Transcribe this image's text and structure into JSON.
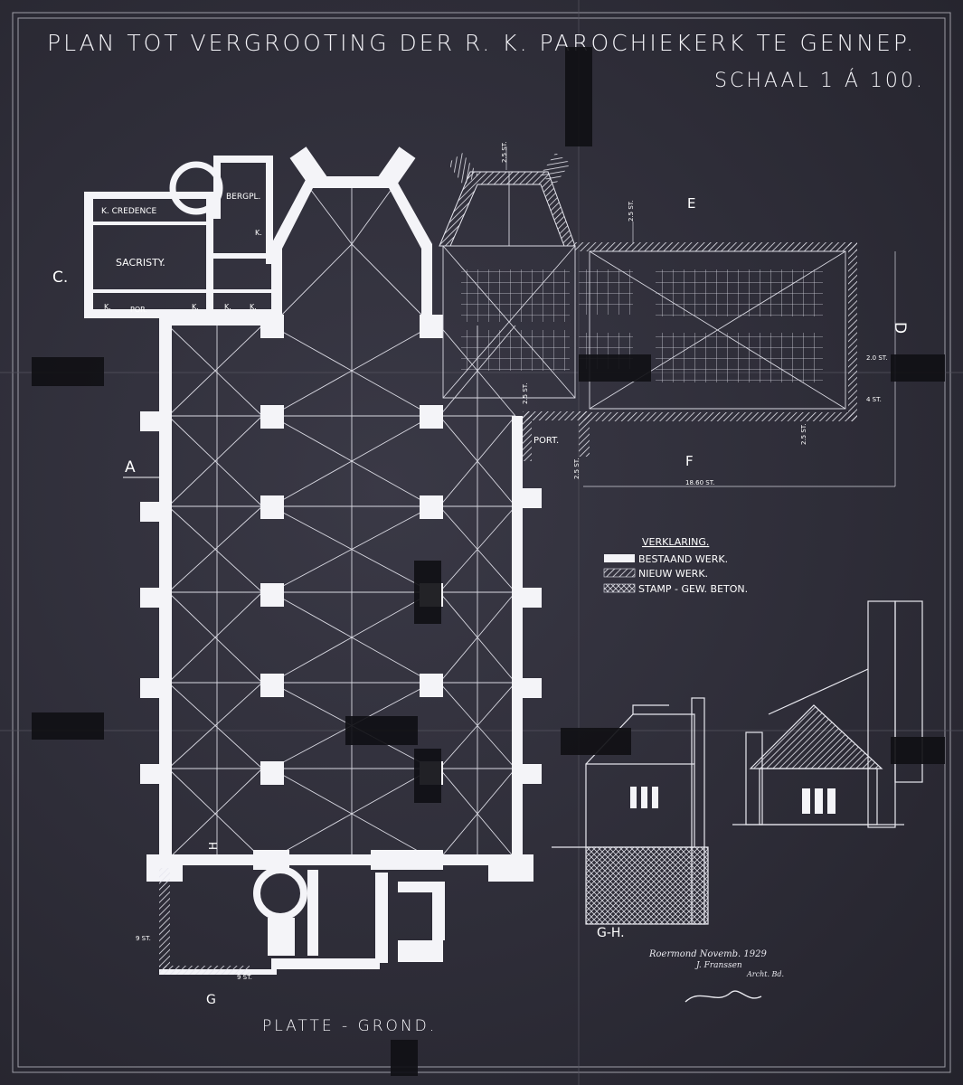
{
  "title": "PLAN TOT VERGROOTING DER R. K. PAROCHIEKERK TE GENNEP.",
  "scale": "SCHAAL 1 Á 100.",
  "rooms": {
    "credence": "K. CREDENCE",
    "sacristy": "SACRISTY.",
    "bergpl": "BERGPL.",
    "k_small": "K.",
    "k1": "K.",
    "por": "POR.",
    "k2": "K.",
    "k3": "K.",
    "k4": "K.",
    "port": "PORT."
  },
  "section_marks": {
    "a": "A",
    "c": "C.",
    "d": "D",
    "e": "E",
    "f": "F",
    "g": "G",
    "h": "H"
  },
  "dimensions": {
    "d1": "2.5 ST.",
    "d2": "2.5 ST.",
    "d3": "2.5 ST.",
    "d4": "2.0 ST.",
    "d5": "2.5 ST.",
    "d6": "2.5 ST.",
    "d7": "18.60 ST.",
    "d8": "9 ST.",
    "d9": "9 ST.",
    "d10": "4 ST."
  },
  "legend": {
    "heading": "VERKLARING.",
    "items": [
      {
        "label": "BESTAAND WERK.",
        "pattern": "solid"
      },
      {
        "label": "NIEUW WERK.",
        "pattern": "hatch"
      },
      {
        "label": "STAMP - GEW. BETON.",
        "pattern": "cross"
      }
    ]
  },
  "section_label": "G-H.",
  "plan_label": "PLATTE - GROND.",
  "signature_lines": [
    "Roermond Novemb. 1929",
    "J. Franssen",
    "Archt. Bd."
  ],
  "colors": {
    "paper": "#2e2d38",
    "line": "#f2f2f5",
    "tape": "#101015"
  }
}
